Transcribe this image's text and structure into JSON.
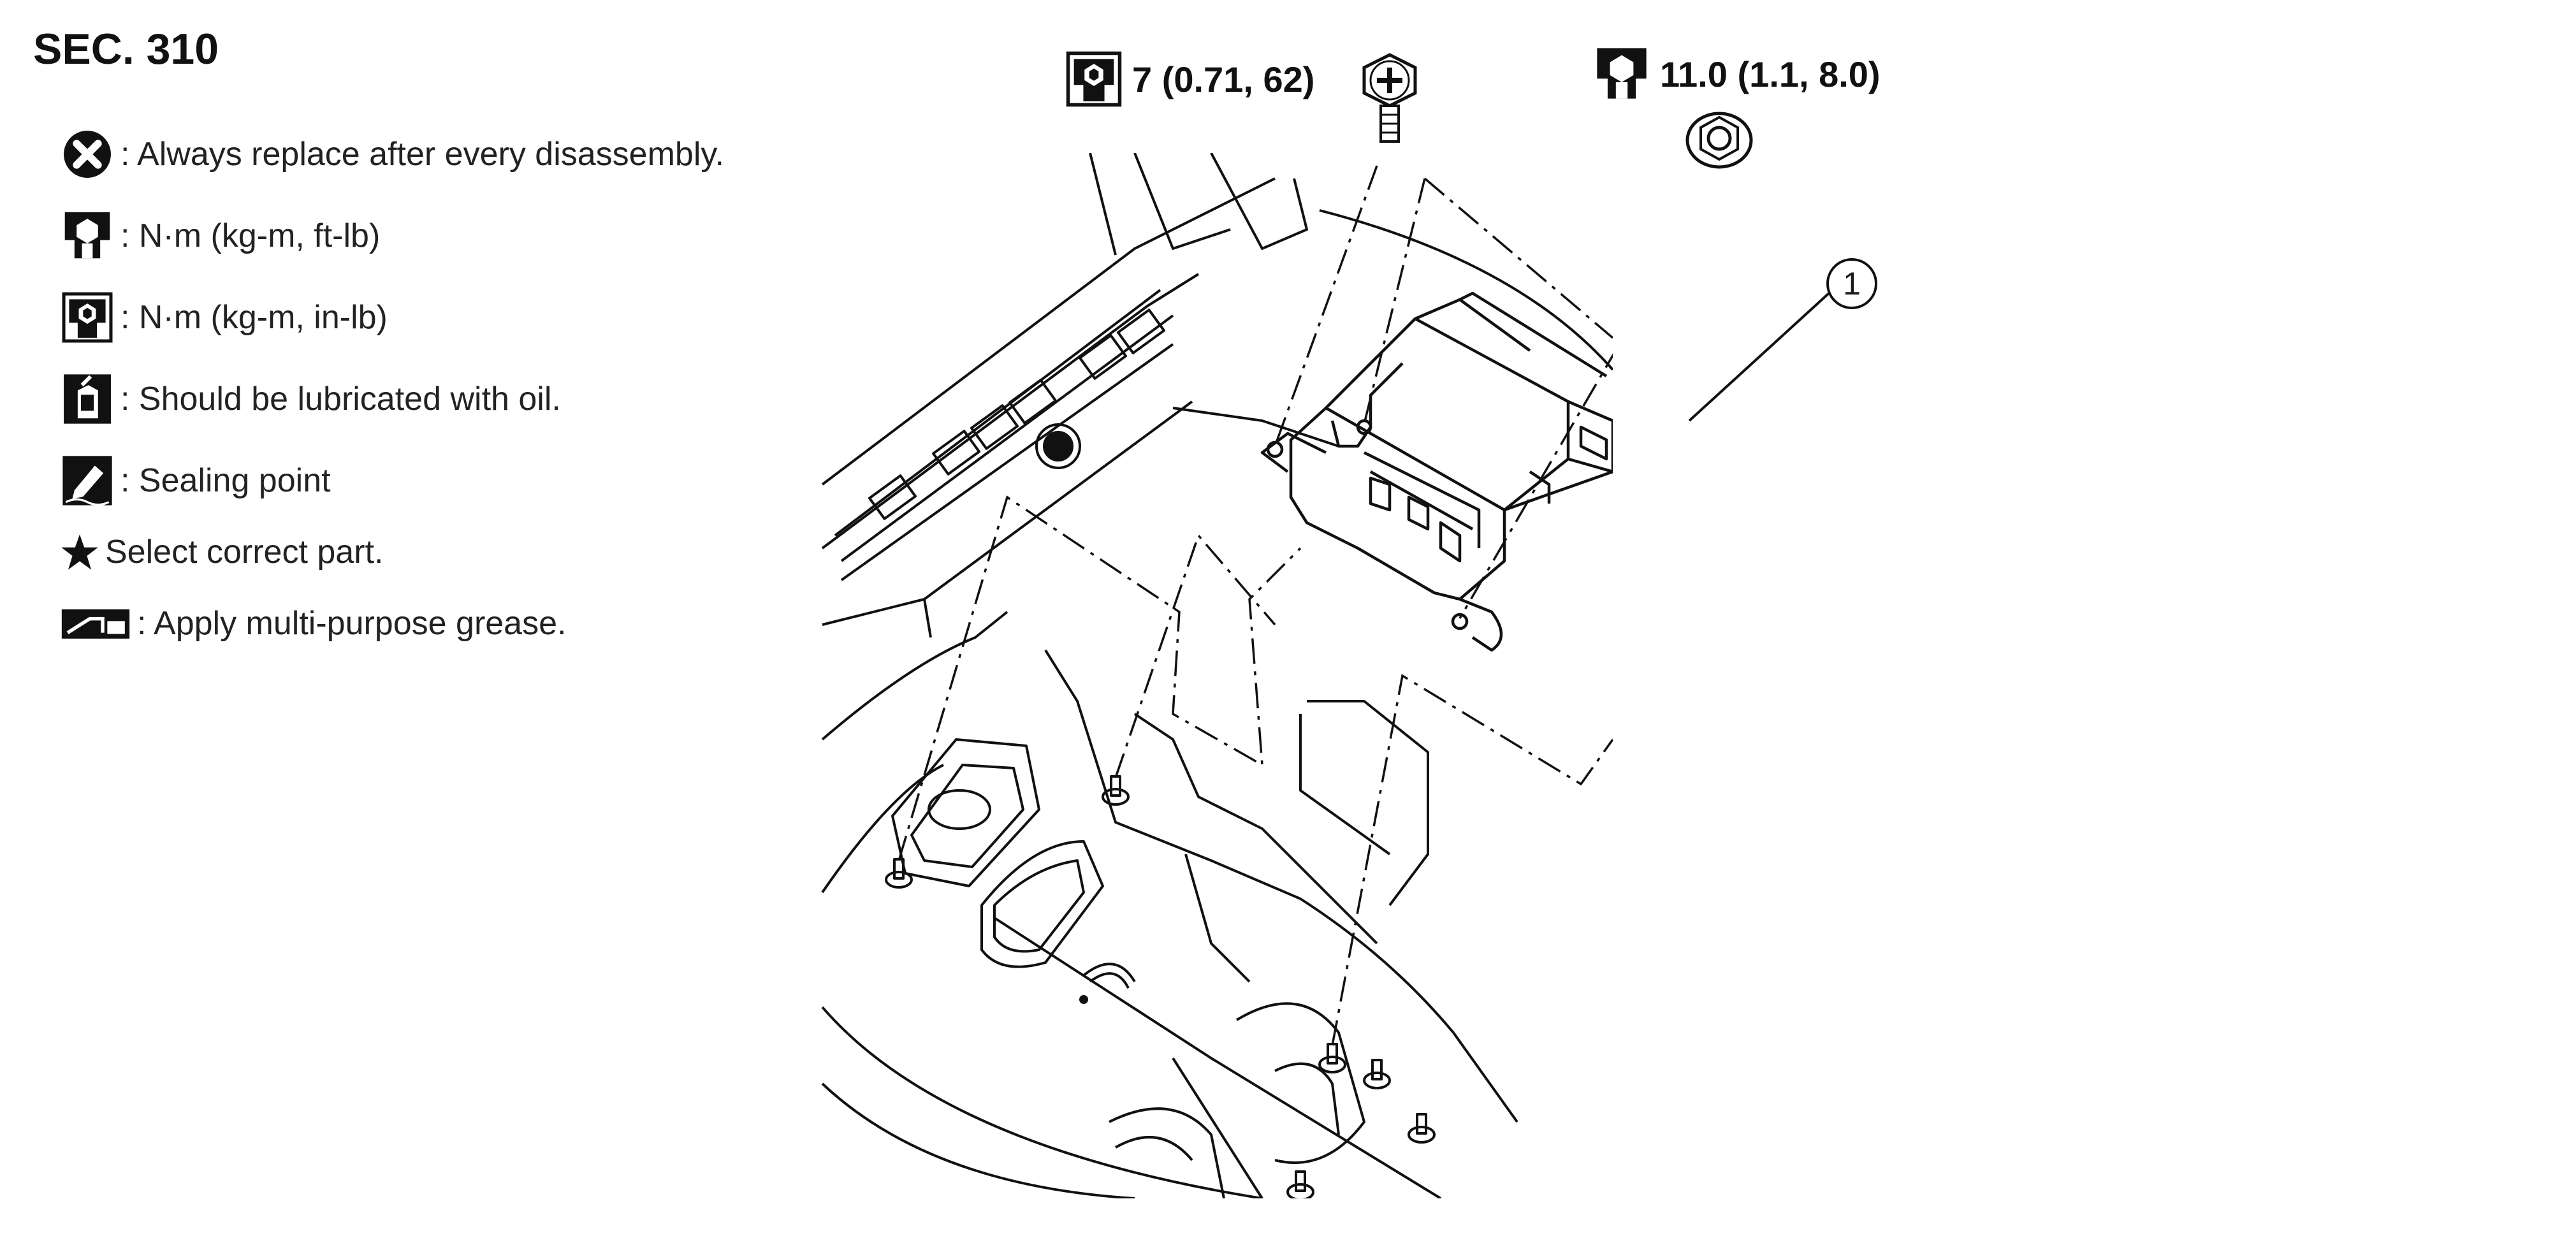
{
  "section_title": "SEC. 310",
  "legend": [
    {
      "icon": "always-replace-icon",
      "text": ": Always replace after every disassembly."
    },
    {
      "icon": "torque-ft-lb-icon",
      "text": ": N·m (kg-m, ft-lb)"
    },
    {
      "icon": "torque-in-lb-icon",
      "text": ": N·m (kg-m, in-lb)"
    },
    {
      "icon": "oil-can-icon",
      "text": ": Should be lubricated with oil."
    },
    {
      "icon": "sealing-point-icon",
      "text": ": Sealing point"
    },
    {
      "icon": "star-icon",
      "text": "Select correct part."
    },
    {
      "icon": "grease-icon",
      "text": ": Apply multi-purpose grease."
    }
  ],
  "callouts": {
    "bolt_torque": {
      "icon": "torque-in-lb-icon",
      "text": "7 (0.71, 62)"
    },
    "nut_torque": {
      "icon": "torque-ft-lb-icon",
      "text": "11.0 (1.1, 8.0)"
    }
  },
  "part_label": "1",
  "colors": {
    "line": "#1a1a1a",
    "background": "#ffffff"
  }
}
